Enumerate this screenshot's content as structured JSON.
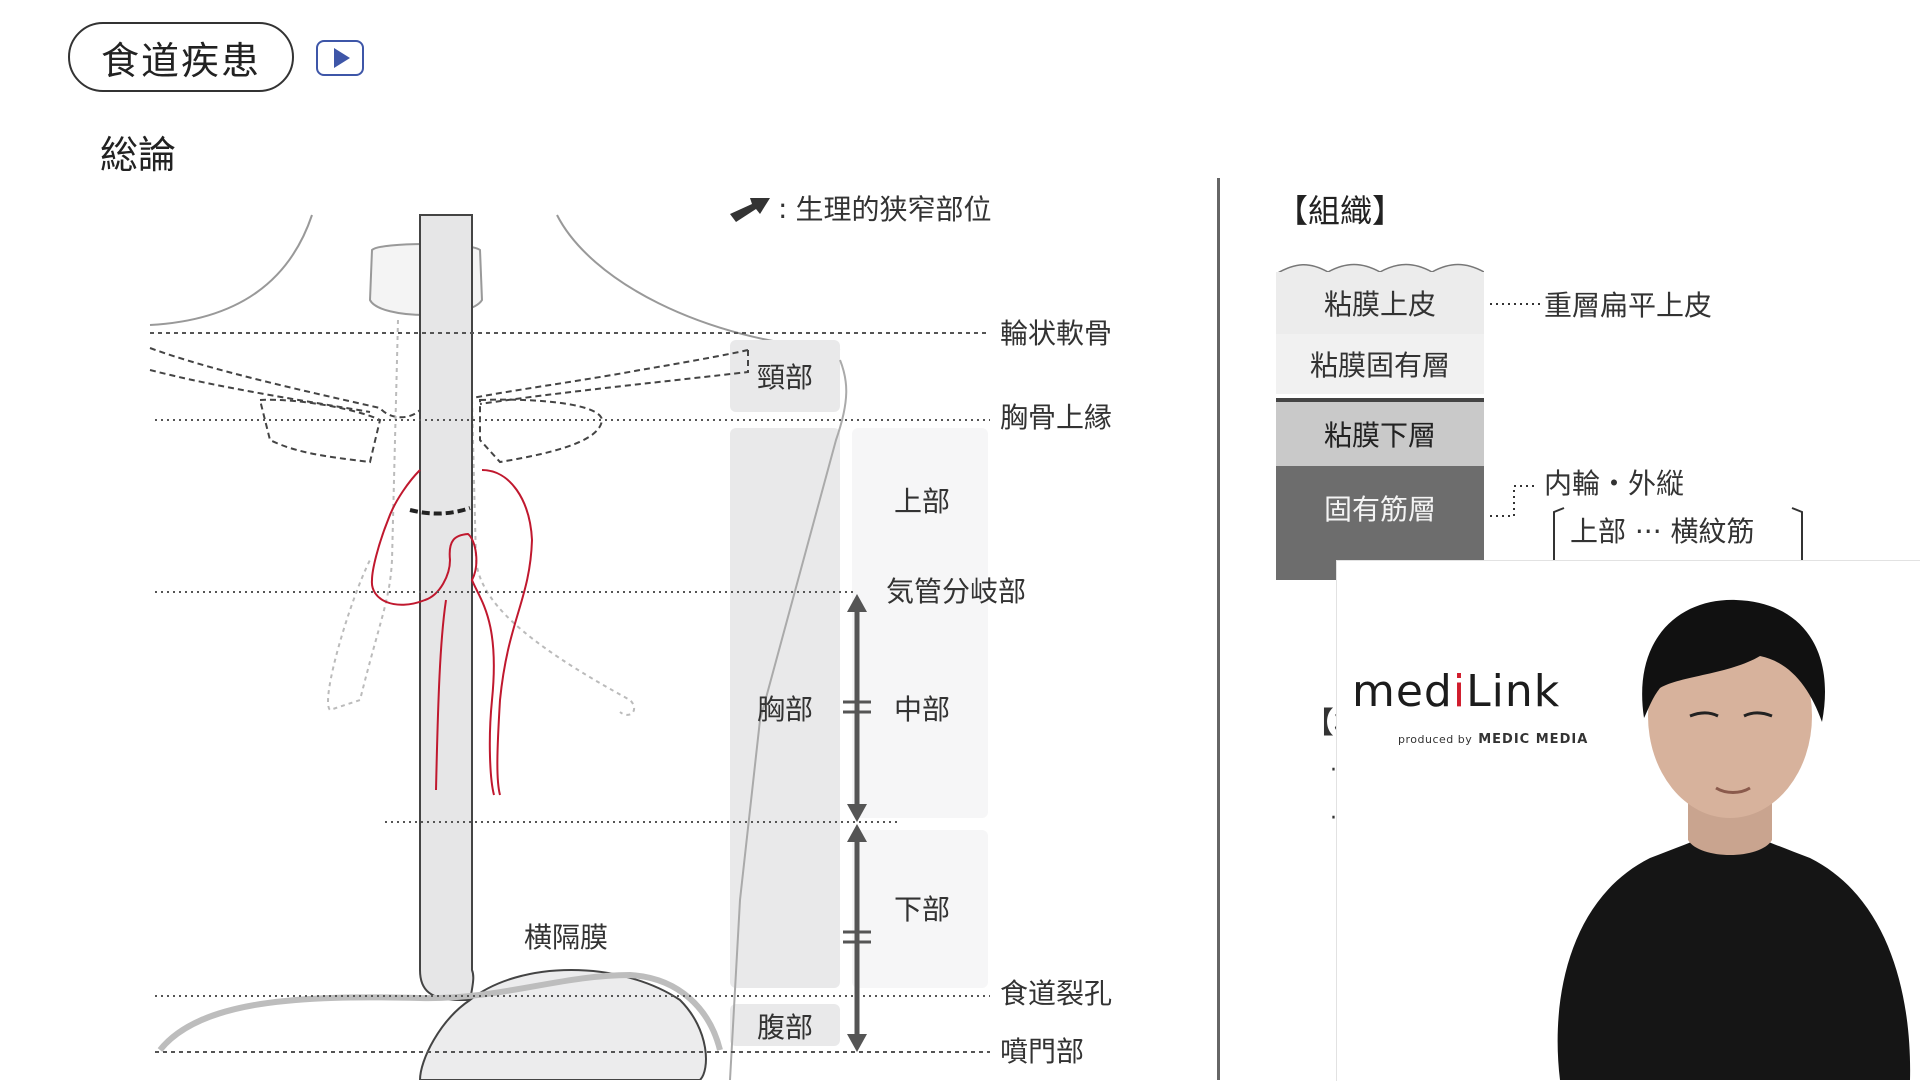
{
  "header": {
    "title": "食道疾患",
    "section": "総論",
    "play_icon": "play-icon"
  },
  "legend": {
    "icon": "arrow-icon",
    "colon": ":",
    "text": "生理的狭窄部位"
  },
  "anatomy": {
    "landmarks": [
      "輪状軟骨",
      "胸骨上縁",
      "気管分岐部",
      "食道裂孔",
      "噴門部"
    ],
    "regions": [
      "頸部",
      "胸部",
      "腹部"
    ],
    "thoracic_subdivisions": [
      "上部",
      "中部",
      "下部"
    ],
    "diaphragm": "横隔膜"
  },
  "tissue": {
    "title": "【組織】",
    "layers": [
      "粘膜上皮",
      "粘膜固有層",
      "粘膜下層",
      "固有筋層"
    ],
    "epithelium_note": "重層扁平上皮",
    "muscle_note": "内輪・外縦",
    "muscle_detail": "上部 ··· 横紋筋"
  },
  "overlay": {
    "brand_main_1": "med",
    "brand_main_2": "i",
    "brand_main_3": "Link",
    "brand_sub_1": "produced by",
    "brand_sub_2": "MEDIC MEDIA",
    "partial_bracket": "【横",
    "partial_dot_1": "·",
    "partial_dot_2": "·"
  },
  "colors": {
    "accent_play": "#3e56a8",
    "aorta": "#c0182e",
    "logo_dot": "#d01c2c"
  }
}
